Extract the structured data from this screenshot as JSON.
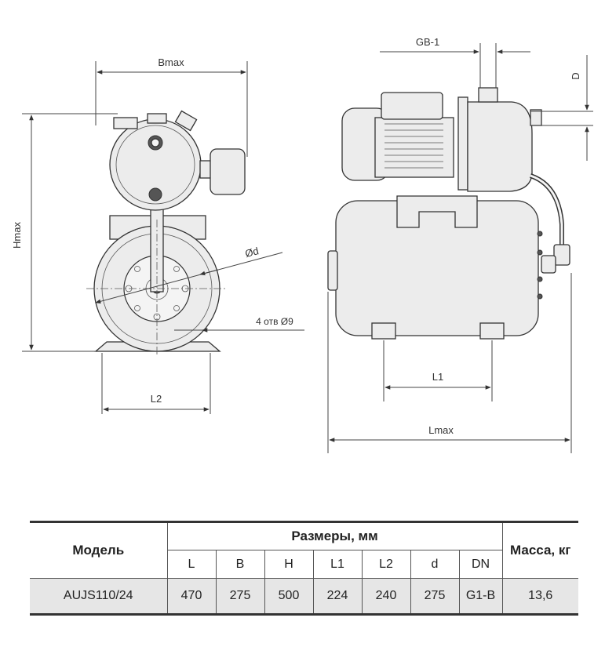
{
  "drawing": {
    "front_view": {
      "width_label": "Bmax",
      "height_label": "Hmax",
      "diameter_label": "Ød",
      "holes_label": "4 отв Ø9",
      "base_label": "L2"
    },
    "side_view": {
      "connection_label": "GB-1",
      "connection_size_label": "D",
      "mount_label": "L1",
      "length_label": "Lmax"
    }
  },
  "table": {
    "model_header": "Модель",
    "dimensions_header": "Размеры, мм",
    "mass_header": "Масса, кг",
    "dimension_columns": [
      "L",
      "B",
      "H",
      "L1",
      "L2",
      "d",
      "DN"
    ],
    "rows": [
      {
        "model": "AUJS110/24",
        "values": [
          "470",
          "275",
          "500",
          "224",
          "240",
          "275",
          "G1-B"
        ],
        "mass": "13,6"
      }
    ]
  }
}
